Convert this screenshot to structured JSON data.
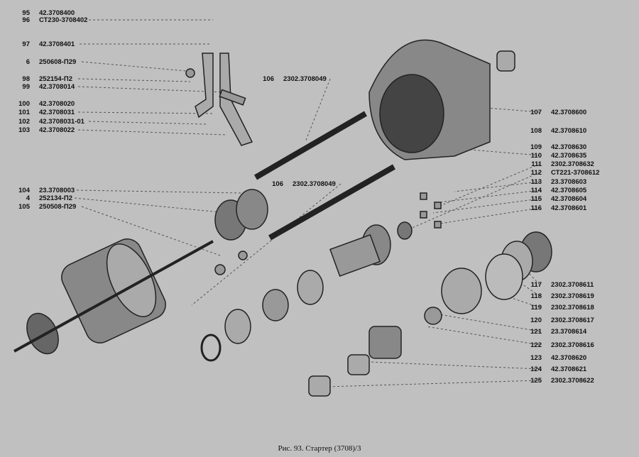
{
  "left_labels": [
    {
      "num": "95",
      "part": "42.3708400"
    },
    {
      "num": "96",
      "part": "СТ230-3708402"
    },
    {
      "num": "97",
      "part": "42.3708401"
    },
    {
      "num": "6",
      "part": "250608-П29"
    },
    {
      "num": "98",
      "part": "252154-П2"
    },
    {
      "num": "99",
      "part": "42.3708014"
    },
    {
      "num": "100",
      "part": "42.3708020"
    },
    {
      "num": "101",
      "part": "42.3708031"
    },
    {
      "num": "102",
      "part": "42.3708031-01"
    },
    {
      "num": "103",
      "part": "42.3708022"
    },
    {
      "num": "104",
      "part": "23.3708003"
    },
    {
      "num": "4",
      "part": "252134-П2"
    },
    {
      "num": "105",
      "part": "250508-П29"
    }
  ],
  "center_labels": [
    {
      "num": "106",
      "part": "2302.3708049"
    },
    {
      "num": "106",
      "part": "2302.3708049"
    }
  ],
  "right_labels": [
    {
      "num": "107",
      "part": "42.3708600"
    },
    {
      "num": "108",
      "part": "42.3708610"
    },
    {
      "num": "109",
      "part": "42.3708630"
    },
    {
      "num": "110",
      "part": "42.3708635"
    },
    {
      "num": "111",
      "part": "2302.3708632"
    },
    {
      "num": "112",
      "part": "СТ221-3708612"
    },
    {
      "num": "113",
      "part": "23.3708603"
    },
    {
      "num": "114",
      "part": "42.3708605"
    },
    {
      "num": "115",
      "part": "42.3708604"
    },
    {
      "num": "116",
      "part": "42.3708601"
    },
    {
      "num": "117",
      "part": "2302.3708611"
    },
    {
      "num": "118",
      "part": "2302.3708619"
    },
    {
      "num": "119",
      "part": "2302.3708618"
    },
    {
      "num": "120",
      "part": "2302.3708617"
    },
    {
      "num": "121",
      "part": "23.3708614"
    },
    {
      "num": "122",
      "part": "2302.3708616"
    },
    {
      "num": "123",
      "part": "42.3708620"
    },
    {
      "num": "124",
      "part": "42.3708621"
    },
    {
      "num": "125",
      "part": "2302.3708622"
    }
  ],
  "caption": "Рис. 93. Стартер (3708)/3"
}
